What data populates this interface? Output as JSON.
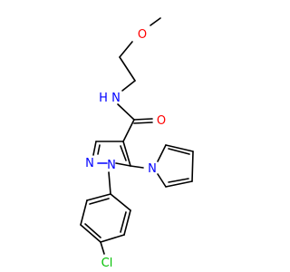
{
  "colors": {
    "background": "#ffffff",
    "carbon_bond": "#000000",
    "nitrogen": "#0000ff",
    "oxygen": "#ff0000",
    "chlorine": "#00c000"
  },
  "labels": {
    "methoxy_oxygen": "O",
    "amide_nitrogen": "N",
    "amide_hydrogen": "H",
    "carbonyl_oxygen": "O",
    "pyrazole_n2": "N",
    "pyrazole_n1": "N",
    "pyrrole_nitrogen": "N",
    "chlorine": "Cl"
  }
}
